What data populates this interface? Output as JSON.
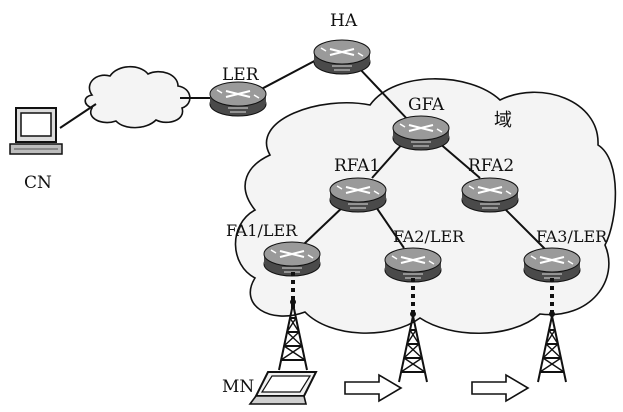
{
  "diagram": {
    "nodes": {
      "cn": "CN",
      "ler": "LER",
      "ha": "HA",
      "gfa": "GFA",
      "rfa1": "RFA1",
      "rfa2": "RFA2",
      "fa1": "FA1/LER",
      "fa2": "FA2/LER",
      "fa3": "FA3/LER",
      "mn": "MN"
    },
    "domain_label": "域",
    "icons": {
      "router": "router-icon",
      "computer": "desktop-computer-icon",
      "laptop": "laptop-icon",
      "tower": "radio-tower-icon",
      "arrow": "right-arrow-icon",
      "cloud": "cloud-icon"
    }
  }
}
